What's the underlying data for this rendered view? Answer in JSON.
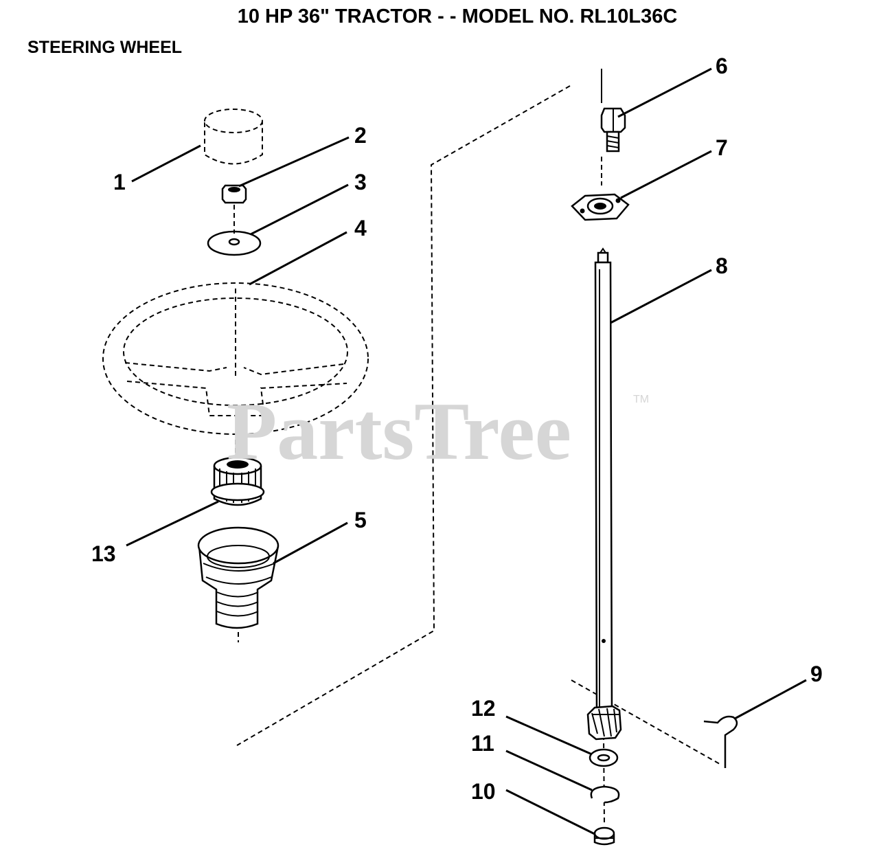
{
  "diagram": {
    "title": "10 HP 36\" TRACTOR - - MODEL NO. RL10L36C",
    "subtitle": "STEERING WHEEL",
    "watermark": "PartsTree",
    "watermark_tm": "TM",
    "callouts": [
      "1",
      "2",
      "3",
      "4",
      "5",
      "6",
      "7",
      "8",
      "9",
      "10",
      "11",
      "12",
      "13"
    ]
  }
}
